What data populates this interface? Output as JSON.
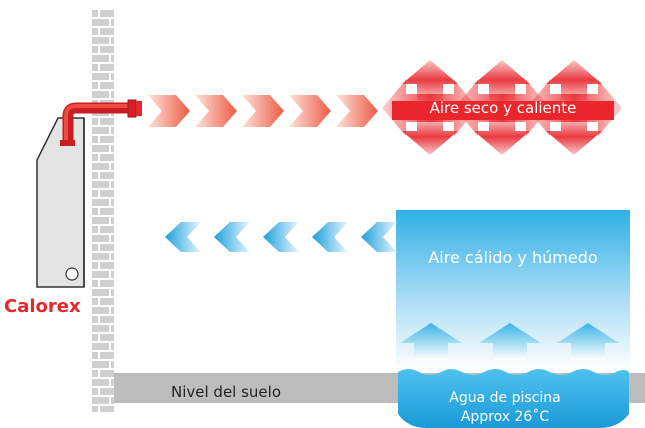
{
  "labels": {
    "warm_dry_air": "Aire seco y caliente",
    "warm_humid_air": "Aire cálido y húmedo",
    "brand": "Calorex",
    "ground_level": "Nivel del suelo",
    "pool_water": "Agua de piscina",
    "pool_temperature": "Approx 26˚C"
  },
  "colors": {
    "warm": "#e8262c",
    "warm_light": "#fbd0c4",
    "cool": "#27a9e1",
    "cool_light": "#e6f5fc",
    "wall": "#c9c9c9",
    "ground": "#bdbdbd",
    "unit": "#e3e3e3"
  }
}
